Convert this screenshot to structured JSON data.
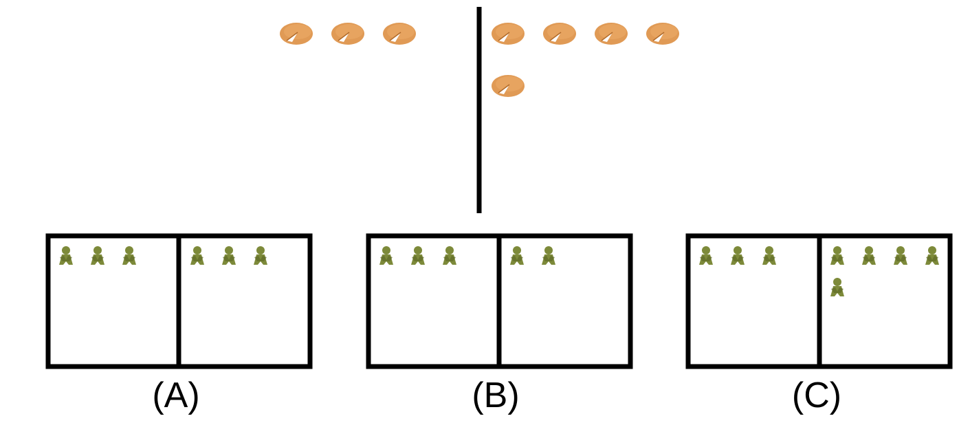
{
  "top": {
    "left_cookies": 3,
    "right_cookies": 5
  },
  "options": [
    {
      "label": "(A)",
      "left_count": 3,
      "right_count": 3
    },
    {
      "label": "(B)",
      "left_count": 3,
      "right_count": 2
    },
    {
      "label": "(C)",
      "left_count": 3,
      "right_count": 5
    }
  ],
  "colors": {
    "cookie": "#e09a55",
    "cookie_shadow": "#c27a3a",
    "figure": "#7d8a3a",
    "figure_dark": "#5f6b28",
    "line": "#000000"
  },
  "icons": {
    "cookie": "fortune-cookie-icon",
    "figure": "child-figure-icon"
  }
}
